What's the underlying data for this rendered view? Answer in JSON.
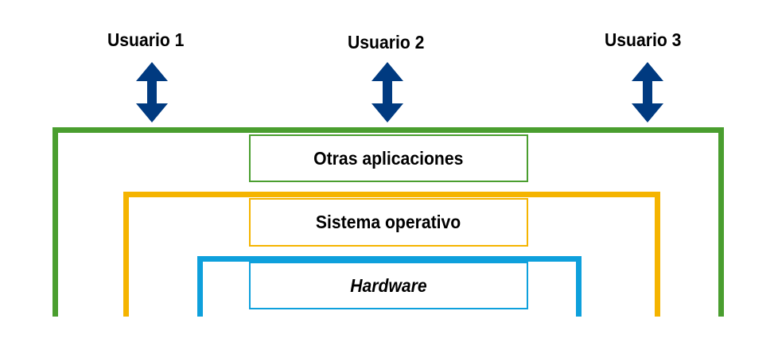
{
  "users": [
    {
      "label": "Usuario 1"
    },
    {
      "label": "Usuario 2"
    },
    {
      "label": "Usuario 3"
    }
  ],
  "layers": [
    {
      "label": "Otras aplicaciones",
      "color": "#4a9e2f"
    },
    {
      "label": "Sistema operativo",
      "color": "#f5b400"
    },
    {
      "label": "Hardware",
      "color": "#0ea0dc",
      "italic": true
    }
  ],
  "arrow_color": "#003a80",
  "icons": [
    "double-headed-vertical-arrow-icon"
  ]
}
